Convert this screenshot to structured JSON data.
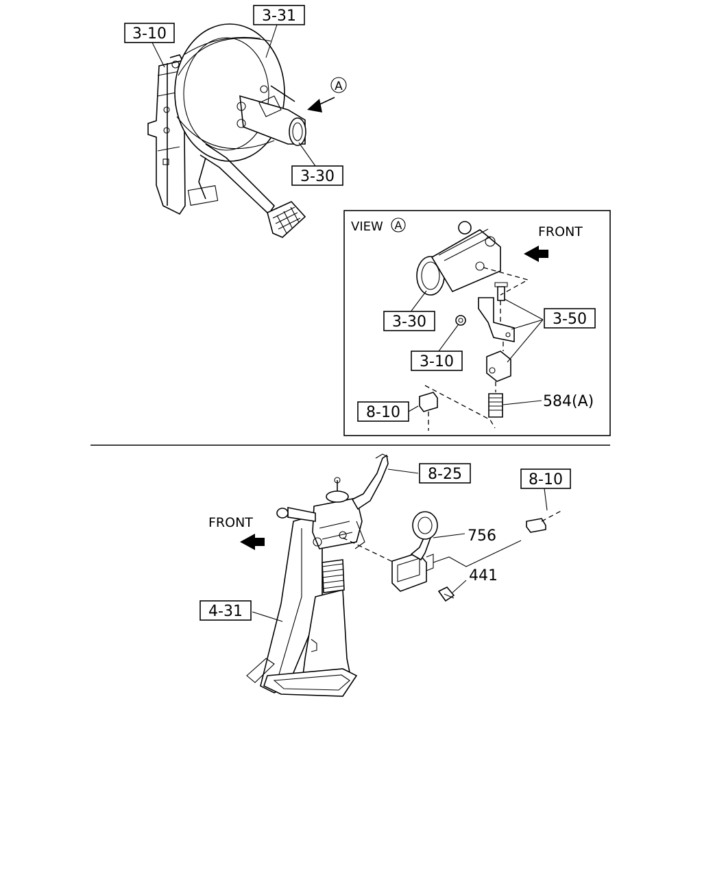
{
  "labels": {
    "booster_top": "3-31",
    "pedal_bracket_top": "3-10",
    "master_cyl_top": "3-30",
    "view_title": "VIEW",
    "view_marker": "A",
    "view_front": "FRONT",
    "view_master_cyl": "3-30",
    "view_bracket": "3-50",
    "view_nut": "3-10",
    "view_connector": "8-10",
    "view_switch": "584(A)",
    "column_lever": "8-25",
    "column_connector": "8-10",
    "column_ring": "756",
    "column_screw": "441",
    "column_support": "4-31",
    "column_front": "FRONT",
    "arrow_marker": "A"
  },
  "colors": {
    "ink": "#000000",
    "background": "#ffffff"
  }
}
